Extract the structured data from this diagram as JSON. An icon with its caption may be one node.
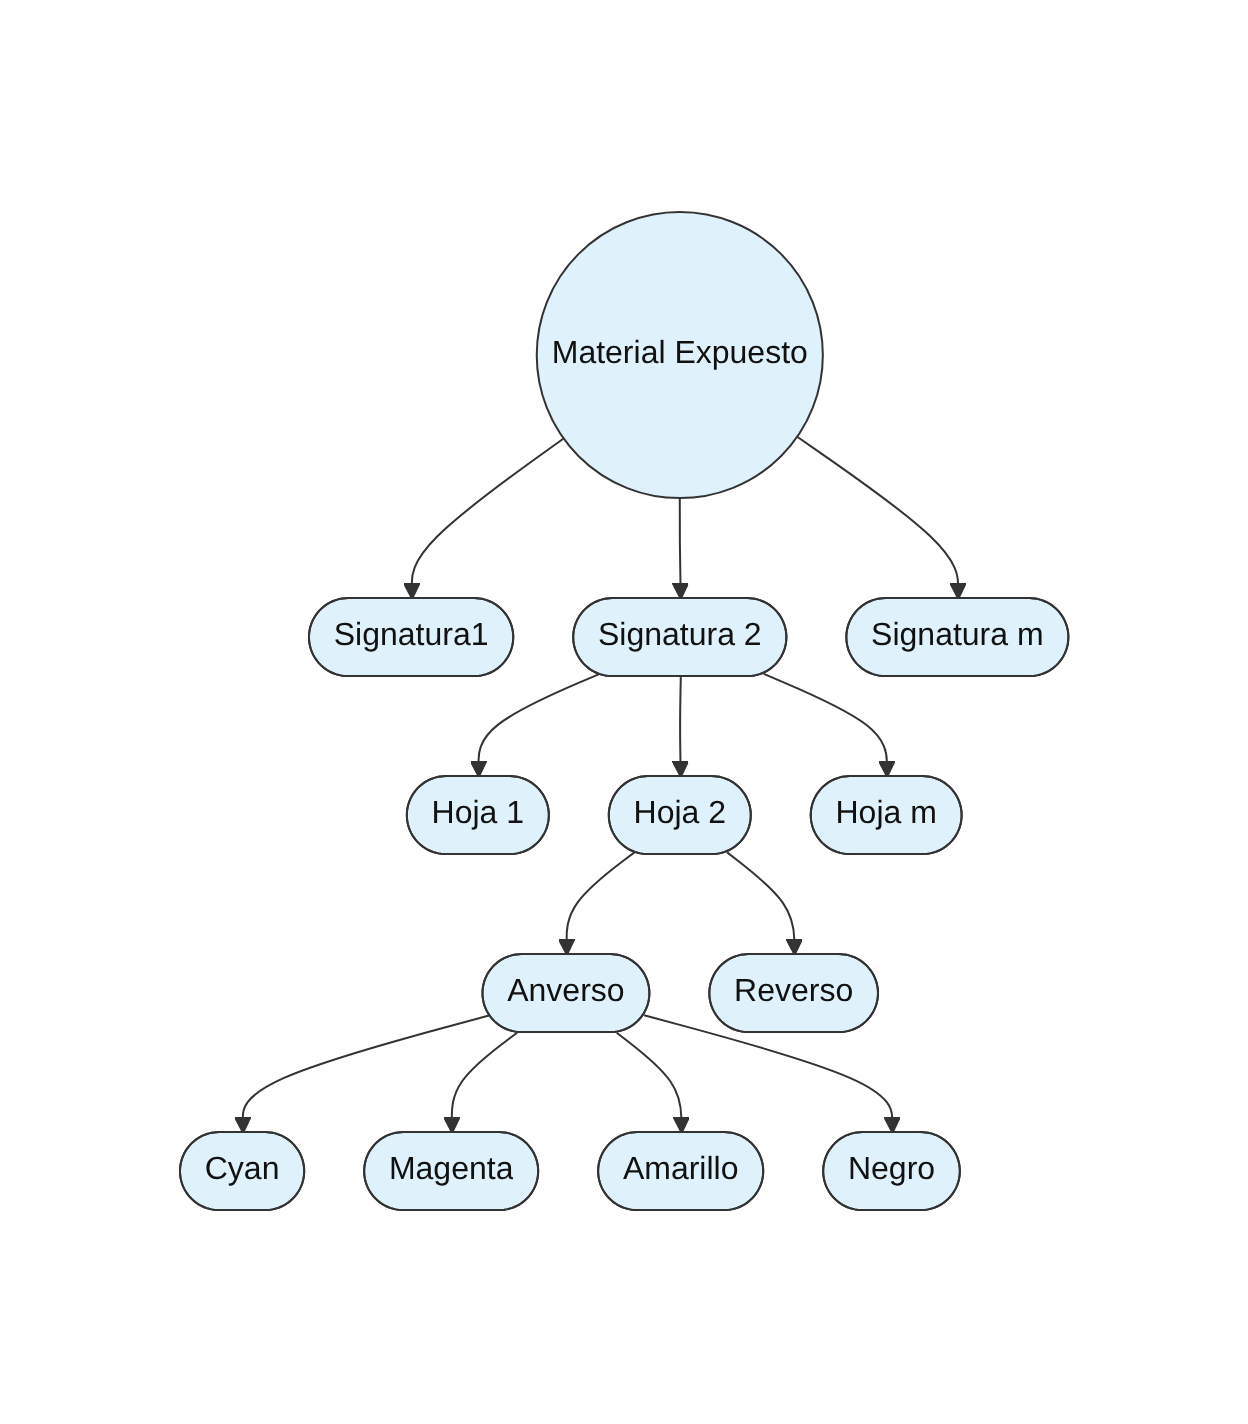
{
  "diagram": {
    "nodes": [
      {
        "text": [
          "Material Expuesto"
        ]
      },
      {
        "text": [
          "Signatura1"
        ]
      },
      {
        "text": [
          "Signatura 2"
        ]
      },
      {
        "text": [
          "Signatura m"
        ]
      },
      {
        "text": [
          "Hoja 1"
        ]
      },
      {
        "text": [
          "Hoja 2"
        ]
      },
      {
        "text": [
          "Hoja m"
        ]
      },
      {
        "text": [
          "Anverso"
        ]
      },
      {
        "text": [
          "Reverso"
        ]
      },
      {
        "text": [
          "Cyan"
        ]
      },
      {
        "text": [
          "Magenta"
        ]
      },
      {
        "text": [
          "Amarillo"
        ]
      },
      {
        "text": [
          "Negro"
        ]
      }
    ],
    "edges": [
      {
        "from": 0,
        "to": 1,
        "arrow": "to"
      },
      {
        "from": 0,
        "to": 2,
        "arrow": "to"
      },
      {
        "from": 0,
        "to": 3,
        "arrow": "to"
      },
      {
        "from": 2,
        "to": 4,
        "arrow": "to"
      },
      {
        "from": 2,
        "to": 5,
        "arrow": "to"
      },
      {
        "from": 2,
        "to": 6,
        "arrow": "to"
      },
      {
        "from": 5,
        "to": 7,
        "arrow": "to"
      },
      {
        "from": 5,
        "to": 8,
        "arrow": "to"
      },
      {
        "from": 7,
        "to": 9,
        "arrow": "to"
      },
      {
        "from": 7,
        "to": 10,
        "arrow": "to"
      },
      {
        "from": 7,
        "to": 11,
        "arrow": "to"
      },
      {
        "from": 7,
        "to": 12,
        "arrow": "to"
      }
    ]
  }
}
